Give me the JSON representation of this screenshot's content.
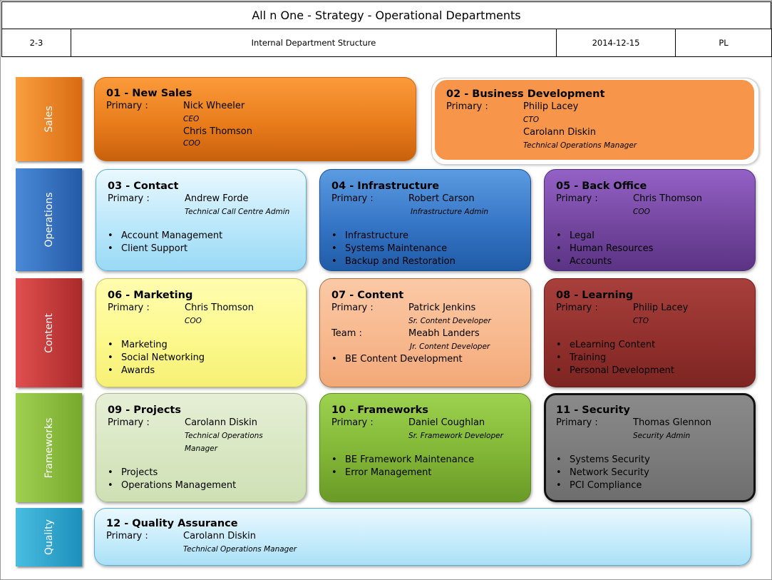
{
  "header": {
    "title": "All n One - Strategy - Operational Departments",
    "page": "2-3",
    "subtitle": "Internal Department Structure",
    "date": "2014-12-15",
    "code": "PL"
  },
  "rows": [
    {
      "label": "Sales",
      "color": "#f08a2a"
    },
    {
      "label": "Operations",
      "color": "#2f6fc0"
    },
    {
      "label": "Content",
      "color": "#c93a3a"
    },
    {
      "label": "Frameworks",
      "color": "#8cc13f"
    },
    {
      "label": "Quality",
      "color": "#2ea7d0"
    }
  ],
  "departments": [
    {
      "title": "01 - New Sales",
      "primary_label": "Primary :",
      "people": [
        {
          "name": "Nick Wheeler",
          "role": "CEO"
        },
        {
          "name": "Chris Thomson",
          "role": "COO"
        }
      ],
      "items": []
    },
    {
      "title": "02 - Business Development",
      "primary_label": "Primary :",
      "people": [
        {
          "name": "Philip Lacey",
          "role": "CTO"
        },
        {
          "name": "Carolann Diskin",
          "role": "Technical Operations Manager"
        }
      ],
      "items": []
    },
    {
      "title": "03 - Contact",
      "primary_label": "Primary :",
      "people": [
        {
          "name": "Andrew Forde",
          "role": "Technical Call Centre Admin"
        }
      ],
      "items": [
        "Account Management",
        "Client Support"
      ]
    },
    {
      "title": "04 - Infrastructure",
      "primary_label": "Primary :",
      "people": [
        {
          "name": "Robert Carson",
          "role": "Infrastructure  Admin"
        }
      ],
      "items": [
        "Infrastructure",
        "Systems Maintenance",
        "Backup and Restoration"
      ]
    },
    {
      "title": "05 - Back Office",
      "primary_label": "Primary :",
      "people": [
        {
          "name": "Chris Thomson",
          "role": "COO"
        }
      ],
      "items": [
        "Legal",
        "Human Resources",
        "Accounts"
      ]
    },
    {
      "title": "06 - Marketing",
      "primary_label": "Primary :",
      "people": [
        {
          "name": "Chris Thomson",
          "role": "COO"
        }
      ],
      "items": [
        "Marketing",
        "Social Networking",
        "Awards"
      ]
    },
    {
      "title": "07 - Content",
      "primary_label": "Primary :",
      "team_label": "Team :",
      "people": [
        {
          "name": "Patrick Jenkins",
          "role": "Sr. Content Developer"
        }
      ],
      "team": [
        {
          "name": "Meabh Landers",
          "role": "Jr. Content Developer"
        }
      ],
      "items": [
        "BE Content Development"
      ]
    },
    {
      "title": "08 - Learning",
      "primary_label": "Primary :",
      "people": [
        {
          "name": "Philip Lacey",
          "role": "CTO"
        }
      ],
      "items": [
        "eLearning Content",
        "Training",
        "Personal Development"
      ]
    },
    {
      "title": "09 - Projects",
      "primary_label": "Primary :",
      "people": [
        {
          "name": "Carolann Diskin",
          "role": "Technical Operations Manager"
        }
      ],
      "items": [
        "Projects",
        "Operations Management"
      ]
    },
    {
      "title": "10 - Frameworks",
      "primary_label": "Primary :",
      "people": [
        {
          "name": "Daniel Coughlan",
          "role": "Sr. Framework Developer"
        }
      ],
      "items": [
        "BE Framework Maintenance",
        "Error Management"
      ]
    },
    {
      "title": "11 - Security",
      "primary_label": "Primary :",
      "people": [
        {
          "name": "Thomas Glennon",
          "role": "Security Admin"
        }
      ],
      "items": [
        "Systems Security",
        "Network Security",
        "PCI Compliance"
      ]
    },
    {
      "title": "12 - Quality Assurance",
      "primary_label": "Primary :",
      "people": [
        {
          "name": "Carolann Diskin",
          "role": "Technical Operations Manager"
        }
      ],
      "items": []
    }
  ]
}
